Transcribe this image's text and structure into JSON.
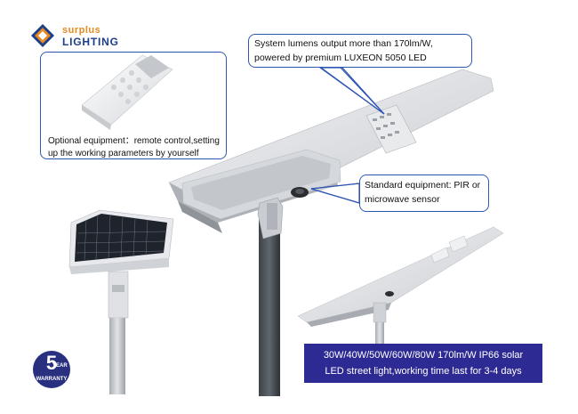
{
  "brand": {
    "line1": "surplus",
    "line2": "LIGHTING",
    "colors": {
      "orange": "#e58a1f",
      "blue": "#1c3f8c"
    }
  },
  "callouts": {
    "lumens": {
      "line1": "System lumens output more than 170lm/W,",
      "line2": "powered by premium LUXEON 5050 LED"
    },
    "remote": {
      "line1": "Optional equipment：remote control,setting",
      "line2": "up the working parameters by yourself"
    },
    "sensor": {
      "line1": "Standard equipment: PIR or",
      "line2": "microwave sensor"
    }
  },
  "banner": {
    "line1": "30W/40W/50W/60W/80W 170lm/W IP66 solar",
    "line2": "LED street light,working time last for 3-4 days",
    "background": "#2d2b93"
  },
  "warranty": {
    "number": "5",
    "year": "YEAR",
    "label": "WARRANTY"
  },
  "accent": "#2f56b5"
}
